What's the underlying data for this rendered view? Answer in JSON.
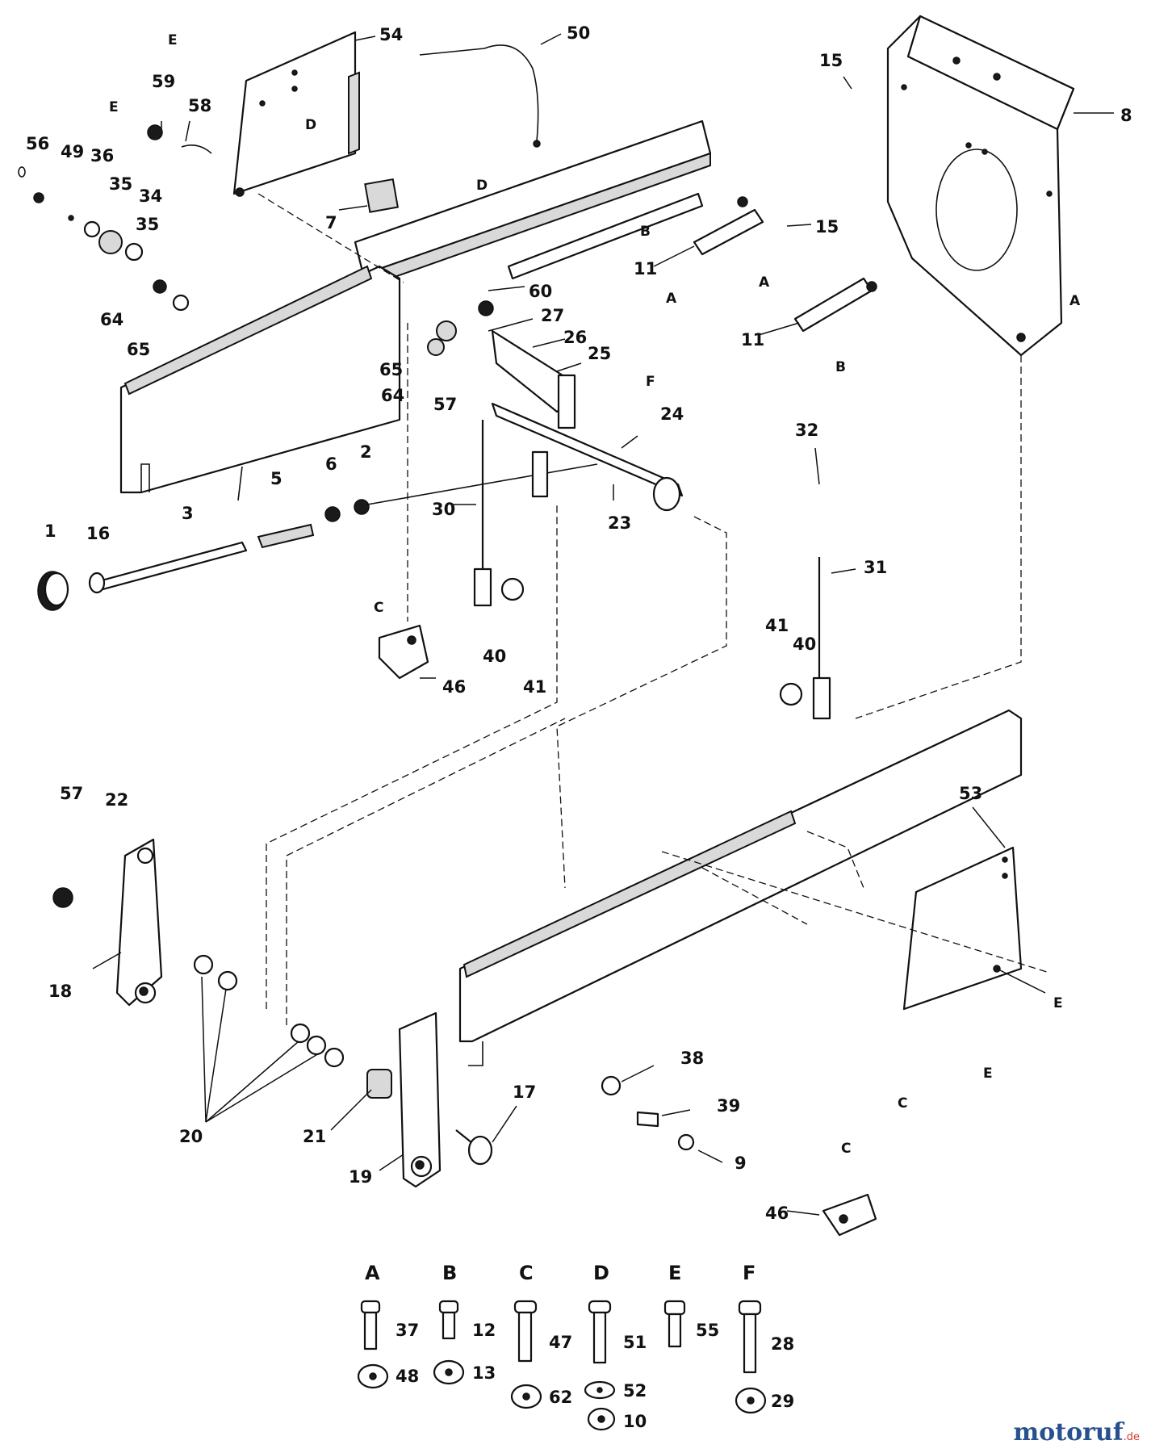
{
  "callouts": [
    {
      "id": "54",
      "label": "54"
    },
    {
      "id": "50",
      "label": "50"
    },
    {
      "id": "15a",
      "label": "15"
    },
    {
      "id": "8",
      "label": "8"
    },
    {
      "id": "59",
      "label": "59"
    },
    {
      "id": "58",
      "label": "58"
    },
    {
      "id": "56",
      "label": "56"
    },
    {
      "id": "49",
      "label": "49"
    },
    {
      "id": "36",
      "label": "36"
    },
    {
      "id": "35a",
      "label": "35"
    },
    {
      "id": "34",
      "label": "34"
    },
    {
      "id": "35b",
      "label": "35"
    },
    {
      "id": "64a",
      "label": "64"
    },
    {
      "id": "65a",
      "label": "65"
    },
    {
      "id": "7",
      "label": "7"
    },
    {
      "id": "15b",
      "label": "15"
    },
    {
      "id": "11a",
      "label": "11"
    },
    {
      "id": "11b",
      "label": "11"
    },
    {
      "id": "60",
      "label": "60"
    },
    {
      "id": "27",
      "label": "27"
    },
    {
      "id": "26",
      "label": "26"
    },
    {
      "id": "25",
      "label": "25"
    },
    {
      "id": "65b",
      "label": "65"
    },
    {
      "id": "64b",
      "label": "64"
    },
    {
      "id": "57a",
      "label": "57"
    },
    {
      "id": "24",
      "label": "24"
    },
    {
      "id": "32",
      "label": "32"
    },
    {
      "id": "1",
      "label": "1"
    },
    {
      "id": "16",
      "label": "16"
    },
    {
      "id": "3",
      "label": "3"
    },
    {
      "id": "5",
      "label": "5"
    },
    {
      "id": "6",
      "label": "6"
    },
    {
      "id": "2",
      "label": "2"
    },
    {
      "id": "30",
      "label": "30"
    },
    {
      "id": "23",
      "label": "23"
    },
    {
      "id": "31",
      "label": "31"
    },
    {
      "id": "46a",
      "label": "46"
    },
    {
      "id": "40a",
      "label": "40"
    },
    {
      "id": "41a",
      "label": "41"
    },
    {
      "id": "41b",
      "label": "41"
    },
    {
      "id": "40b",
      "label": "40"
    },
    {
      "id": "57b",
      "label": "57"
    },
    {
      "id": "22",
      "label": "22"
    },
    {
      "id": "18",
      "label": "18"
    },
    {
      "id": "53",
      "label": "53"
    },
    {
      "id": "20",
      "label": "20"
    },
    {
      "id": "21",
      "label": "21"
    },
    {
      "id": "19",
      "label": "19"
    },
    {
      "id": "17",
      "label": "17"
    },
    {
      "id": "38",
      "label": "38"
    },
    {
      "id": "39",
      "label": "39"
    },
    {
      "id": "9",
      "label": "9"
    },
    {
      "id": "46b",
      "label": "46"
    }
  ],
  "connector_letters": [
    {
      "id": "e1",
      "label": "E"
    },
    {
      "id": "e2",
      "label": "E"
    },
    {
      "id": "d1",
      "label": "D"
    },
    {
      "id": "d2",
      "label": "D"
    },
    {
      "id": "b1",
      "label": "B"
    },
    {
      "id": "a1",
      "label": "A"
    },
    {
      "id": "a2",
      "label": "A"
    },
    {
      "id": "a3",
      "label": "A"
    },
    {
      "id": "b2",
      "label": "B"
    },
    {
      "id": "f1",
      "label": "F"
    },
    {
      "id": "c1",
      "label": "C"
    },
    {
      "id": "e3",
      "label": "E"
    },
    {
      "id": "e4",
      "label": "E"
    },
    {
      "id": "c2",
      "label": "C"
    },
    {
      "id": "c3",
      "label": "C"
    }
  ],
  "hardware_key": [
    {
      "letter": "A",
      "parts": [
        "37",
        "48"
      ]
    },
    {
      "letter": "B",
      "parts": [
        "12",
        "13"
      ]
    },
    {
      "letter": "C",
      "parts": [
        "47",
        "62"
      ]
    },
    {
      "letter": "D",
      "parts": [
        "51",
        "52",
        "10"
      ]
    },
    {
      "letter": "E",
      "parts": [
        "55"
      ]
    },
    {
      "letter": "F",
      "parts": [
        "28",
        "29"
      ]
    }
  ],
  "logo": {
    "text": "motoruf",
    "suffix": ".de"
  }
}
